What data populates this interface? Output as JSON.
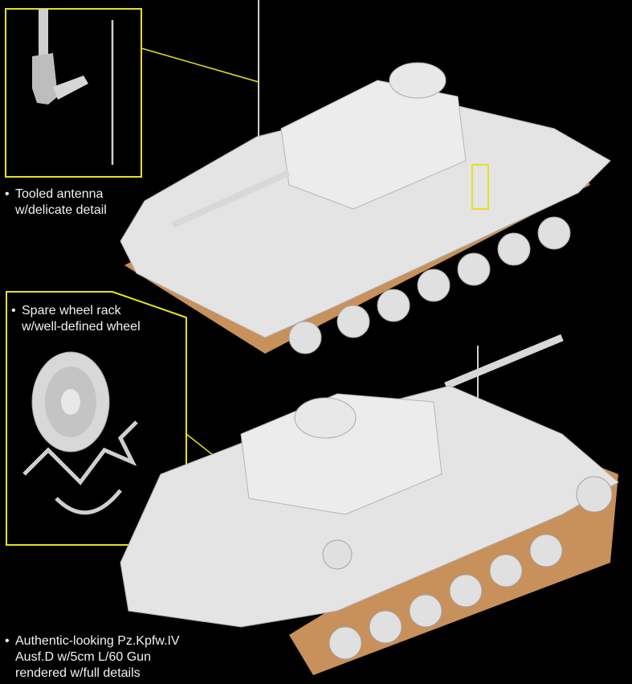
{
  "callouts": [
    {
      "lines": [
        "Tooled antenna",
        "w/delicate detail"
      ]
    },
    {
      "lines": [
        "Spare wheel rack",
        "w/well-defined wheel"
      ]
    },
    {
      "lines": [
        "Authentic-looking Pz.Kpfw.IV",
        "Ausf.D w/5cm L/60 Gun",
        "rendered w/full details"
      ]
    }
  ],
  "colors": {
    "background": "#000000",
    "callout_frame": "#e8e020",
    "model_plastic": "#e4e4e4",
    "track": "#c8905a"
  }
}
